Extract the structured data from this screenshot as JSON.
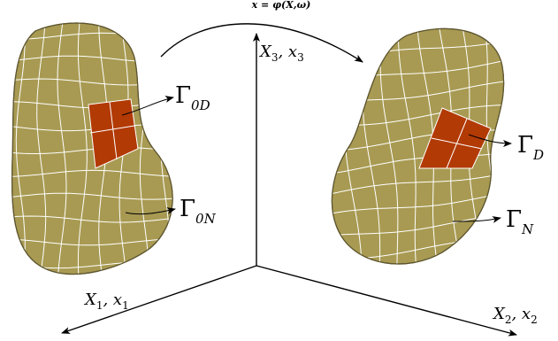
{
  "colors": {
    "body_fill": "#a89a52",
    "body_stroke": "#5e5630",
    "mesh_line": "#ffffff",
    "boundary_patch": "#b23a05",
    "axis": "#000000",
    "background": "#ffffff"
  },
  "mapping": {
    "label": "x = φ(X,ω)"
  },
  "axes": {
    "x3": {
      "label_main": "X",
      "label_sub": "3",
      "label_sep": ", x",
      "label_sub2": "3"
    },
    "x1": {
      "label_main": "X",
      "label_sub": "1",
      "label_sep": ", x",
      "label_sub2": "1"
    },
    "x2": {
      "label_main": "X",
      "label_sub": "2",
      "label_sep": ", x",
      "label_sub2": "2"
    }
  },
  "reference_body": {
    "dirichlet": {
      "symbol": "Γ",
      "subscript": "0D"
    },
    "neumann": {
      "symbol": "Γ",
      "subscript": "0N"
    }
  },
  "current_body": {
    "dirichlet": {
      "symbol": "Γ",
      "subscript": "D"
    },
    "neumann": {
      "symbol": "Γ",
      "subscript": "N"
    }
  }
}
